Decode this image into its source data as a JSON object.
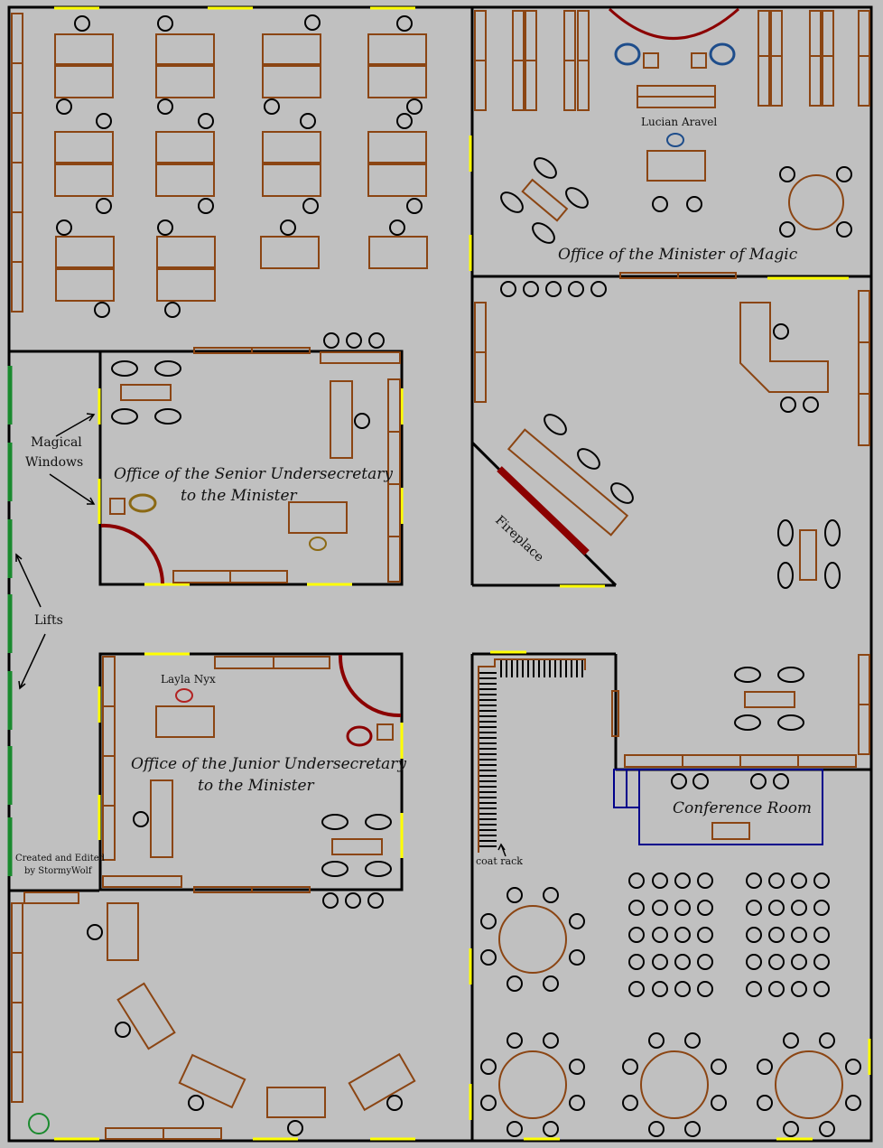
{
  "rooms": {
    "minister": "Office of the Minister of Magic",
    "senior_line1": "Office of the Senior Undersecretary",
    "senior_line2": "to the Minister",
    "junior_line1": "Office of the Junior Undersecretary",
    "junior_line2": "to the Minister",
    "conference": "Conference Room"
  },
  "people": {
    "minister": "Lucian Aravel",
    "junior": "Layla Nyx"
  },
  "labels": {
    "magical_windows_1": "Magical",
    "magical_windows_2": "Windows",
    "lifts": "Lifts",
    "fireplace": "Fireplace",
    "coat_rack": "coat rack"
  },
  "credit": {
    "line1": "Created and Edited",
    "line2": "by StormyWolf"
  },
  "colors": {
    "floor": "#c0c0c0",
    "wall": "#000000",
    "furniture": "#8b4513",
    "window": "#ffff00",
    "lift": "#1a8a2e",
    "fireplace": "#8b0000",
    "conference_border": "#00008b"
  }
}
